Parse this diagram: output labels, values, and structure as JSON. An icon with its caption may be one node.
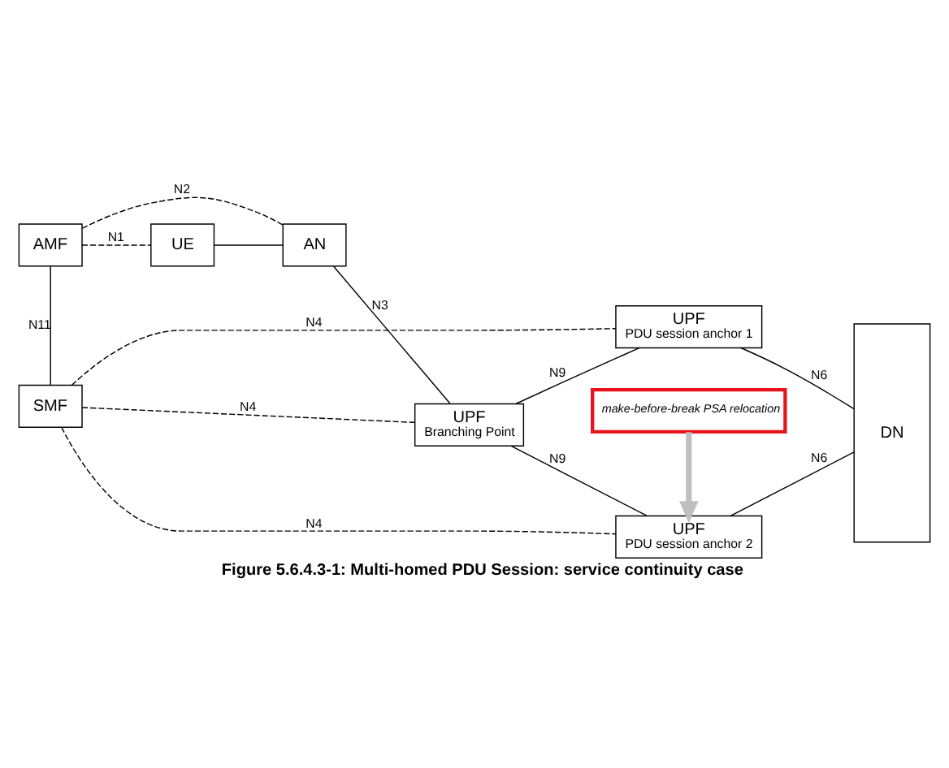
{
  "diagram": {
    "caption": "Figure 5.6.4.3-1: Multi-homed PDU Session: service continuity case",
    "nodes": [
      {
        "text": [
          "AMF"
        ]
      },
      {
        "text": [
          "SMF"
        ]
      },
      {
        "text": [
          "UE"
        ]
      },
      {
        "text": [
          "AN"
        ]
      },
      {
        "text": [
          "UPF",
          "Branching Point"
        ]
      },
      {
        "text": [
          "UPF",
          "PDU session anchor 1"
        ]
      },
      {
        "text": [
          "UPF",
          "PDU session anchor 2"
        ]
      },
      {
        "text": [
          "DN"
        ]
      },
      {
        "text": [
          "make-before-break PSA relocation"
        ]
      }
    ],
    "edges": [
      {
        "from": 0,
        "to": 1,
        "arrow": "none",
        "label": "N11"
      },
      {
        "from": 1,
        "to": 5,
        "arrow": "none",
        "label": "N4",
        "style": "dashed"
      },
      {
        "from": 0,
        "to": 2,
        "arrow": "none",
        "label": "N1",
        "style": "dashed"
      },
      {
        "from": 0,
        "to": 3,
        "arrow": "none",
        "label": "N2",
        "style": "dashed"
      },
      {
        "from": 1,
        "to": 4,
        "arrow": "none",
        "label": "N4",
        "style": "dashed"
      },
      {
        "from": 1,
        "to": 6,
        "arrow": "none",
        "label": "N4",
        "style": "dashed"
      },
      {
        "from": 2,
        "to": 3,
        "arrow": "none"
      },
      {
        "from": 3,
        "to": 4,
        "arrow": "none",
        "label": "N3"
      },
      {
        "from": 4,
        "to": 5,
        "arrow": "none",
        "label": "N9"
      },
      {
        "from": 4,
        "to": 6,
        "arrow": "none",
        "label": "N9"
      },
      {
        "from": 5,
        "to": 7,
        "arrow": "none",
        "label": "N6"
      },
      {
        "from": 6,
        "to": 7,
        "arrow": "none",
        "label": "N6"
      },
      {
        "from": 8,
        "to": 6,
        "arrow": "to",
        "style": "thick",
        "color": "#bfbfbf"
      }
    ]
  }
}
